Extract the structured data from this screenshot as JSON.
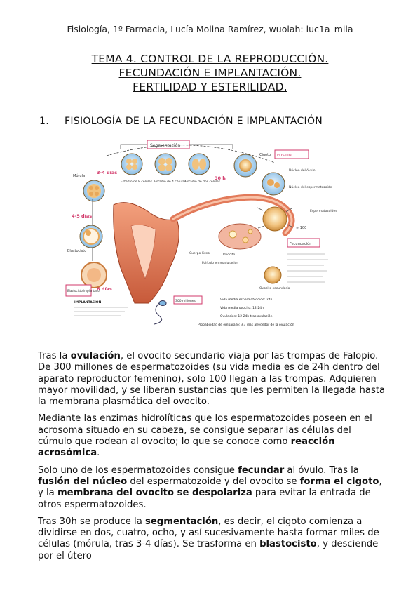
{
  "header": "Fisiología, 1º Farmacia, Lucía Molina Ramírez, wuolah: luc1a_mila",
  "title": {
    "line1": "TEMA 4. CONTROL DE LA REPRODUCCIÓN.",
    "line2": "FECUNDACIÓN E IMPLANTACIÓN.",
    "line3": "FERTILIDAD Y ESTERILIDAD."
  },
  "section": {
    "number": "1.",
    "title": "FISIOLOGÍA DE LA FECUNDACIÓN E IMPLANTACIÓN"
  },
  "figure": {
    "labels": {
      "segmentacion": "Segmentación",
      "cigoto": "Cigoto",
      "fusion_box": "FUSIÓN",
      "d34": "3-4 días",
      "h30": "30 h",
      "d45": "4-5 días",
      "d6": "6 días",
      "morula": "Mórula",
      "blastocisto": "Blastocisto",
      "blastocisto_box": "Blastocisto implantado",
      "estadio8": "Estadio de 8 células",
      "estadio4": "Estadio de 4 células",
      "estadio2": "Estadio de dos células",
      "nucleo_ovulo": "Núcleo del óvulo",
      "nucleo_esperm": "Núcleo del espermatozoide",
      "espermatozoides": "Espermatozoides",
      "n100": "≈ 100",
      "fecundacion": "Fecundación",
      "ovocito": "Ovocito",
      "ovocito_sec": "Ovocito secundario",
      "cuerpo_luteo": "Cuerpo lúteo",
      "foliculo": "Folículo en maduración",
      "implantacion": "IMPLANTACIÓN",
      "esperm_count": "300 millones",
      "vida_media": "Vida media espermatozoide: 24h",
      "vida_ovocito": "Vida media ovocito: 12-24h",
      "ovulacion": "Ovulación: 12-24h tras ovulación",
      "probabilidad": "Probabilidad de embarazo: ±3 días alrededor de la ovulación"
    }
  },
  "paragraphs": [
    [
      {
        "t": "Tras la ",
        "b": false
      },
      {
        "t": "ovulación",
        "b": true
      },
      {
        "t": ", el ovocito secundario viaja por las trompas de Falopio. De 300 millones de espermatozoides (su vida media es de 24h dentro del aparato reproductor femenino), solo 100 llegan a las trompas. Adquieren mayor movilidad, y se liberan sustancias que les permiten la llegada hasta la membrana plasmática del ovocito.",
        "b": false
      }
    ],
    [
      {
        "t": "Mediante las enzimas hidrolíticas que los espermatozoides poseen en el acrosoma situado en su cabeza, se consigue separar las células del cúmulo que rodean al ovocito; lo que se conoce como ",
        "b": false
      },
      {
        "t": "reacción acrosómica",
        "b": true
      },
      {
        "t": ".",
        "b": false
      }
    ],
    [
      {
        "t": "Solo uno de los espermatozoides consigue ",
        "b": false
      },
      {
        "t": "fecundar",
        "b": true
      },
      {
        "t": " al óvulo. Tras la ",
        "b": false
      },
      {
        "t": "fusión del núcleo",
        "b": true
      },
      {
        "t": " del espermatozoide y del ovocito se ",
        "b": false
      },
      {
        "t": "forma el cigoto",
        "b": true
      },
      {
        "t": ", y la ",
        "b": false
      },
      {
        "t": "membrana del ovocito se despolariza",
        "b": true
      },
      {
        "t": " para evitar la entrada de otros espermatozoides.",
        "b": false
      }
    ],
    [
      {
        "t": "Tras 30h se produce la ",
        "b": false
      },
      {
        "t": "segmentación",
        "b": true
      },
      {
        "t": ", es decir, el cigoto comienza a dividirse en dos, cuatro, ocho, y así sucesivamente hasta formar miles de células (mórula, tras 3-4 días). Se trasforma en ",
        "b": false
      },
      {
        "t": "blastocisto",
        "b": true
      },
      {
        "t": ", y desciende por el útero",
        "b": false
      }
    ]
  ]
}
